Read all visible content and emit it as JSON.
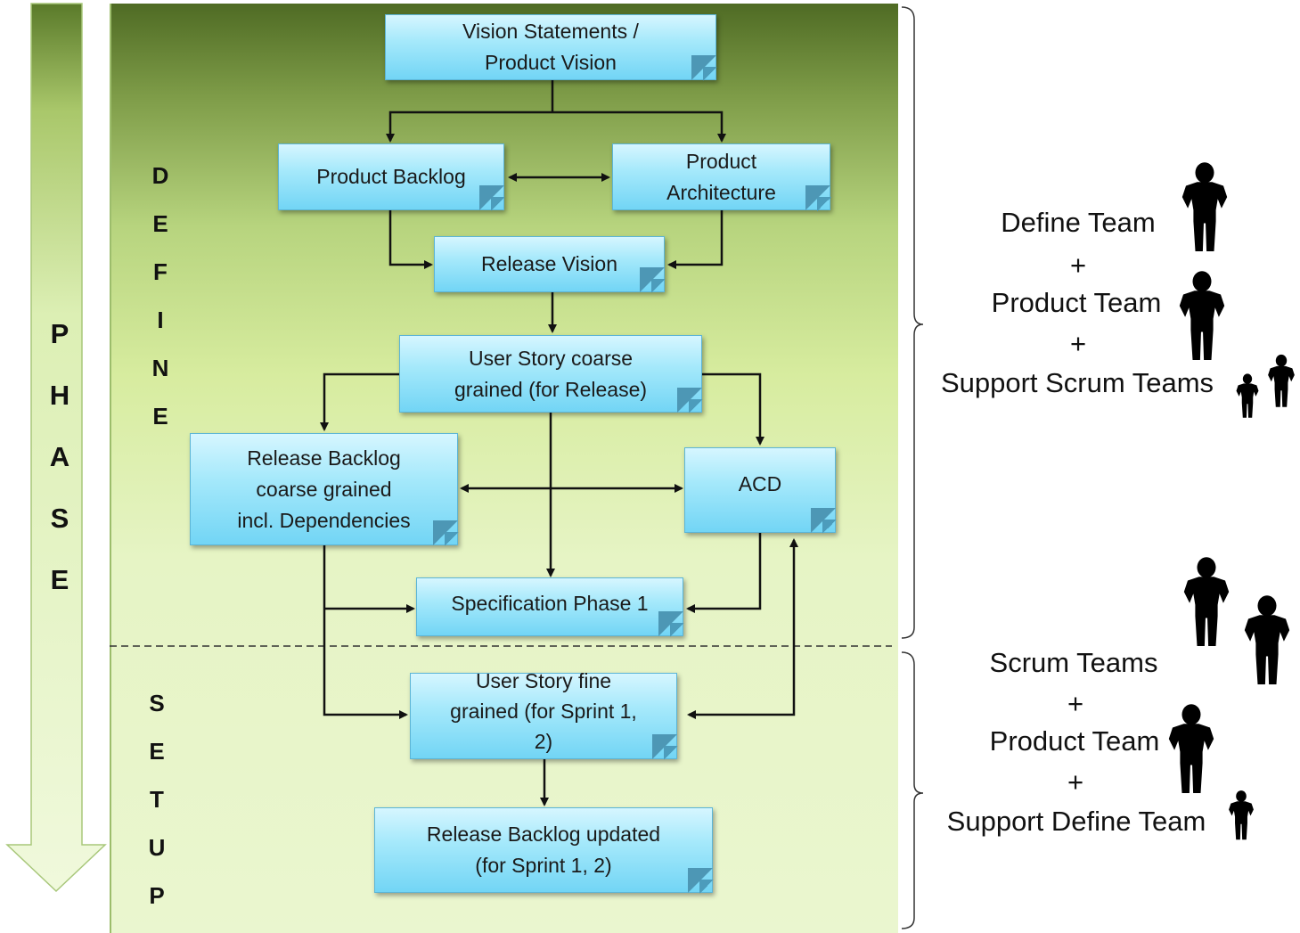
{
  "phase": {
    "letters": [
      "P",
      "H",
      "A",
      "S",
      "E"
    ]
  },
  "sections": {
    "define": {
      "letters": [
        "D",
        "E",
        "F",
        "I",
        "N",
        "E"
      ]
    },
    "setup": {
      "letters": [
        "S",
        "E",
        "T",
        "U",
        "P"
      ]
    }
  },
  "boxes": {
    "vision": {
      "line1": "Vision Statements /",
      "line2": "Product Vision"
    },
    "product_backlog": {
      "line1": "Product Backlog"
    },
    "product_architecture": {
      "line1": "Product",
      "line2": "Architecture"
    },
    "release_vision": {
      "line1": "Release Vision"
    },
    "user_story_coarse": {
      "line1": "User Story coarse",
      "line2": "grained (for Release)"
    },
    "release_backlog_coarse": {
      "line1": "Release Backlog",
      "line2": "coarse grained",
      "line3": "incl. Dependencies"
    },
    "acd": {
      "line1": "ACD"
    },
    "spec_phase": {
      "line1": "Specification Phase 1"
    },
    "user_story_fine": {
      "line1": "User Story fine",
      "line2": "grained (for Sprint 1,",
      "line3": "2)"
    },
    "release_backlog_updated": {
      "line1": "Release Backlog updated",
      "line2": "(for Sprint 1, 2)"
    }
  },
  "teams": {
    "define_phase": {
      "line1": "Define Team",
      "plus1": "+",
      "line2": "Product Team",
      "plus2": "+",
      "line3": "Support Scrum Teams"
    },
    "setup_phase": {
      "line1": "Scrum Teams",
      "plus1": "+",
      "line2": "Product Team",
      "plus2": "+",
      "line3": "Support Define Team"
    }
  },
  "icons": [
    "person-silhouette-icon"
  ],
  "colors": {
    "panel_top": "#4f6b24",
    "panel_mid": "#cfe89a",
    "panel_bottom": "#e9f6cd",
    "box_fill": "#a6e9fb",
    "box_border": "#5cb5d6"
  }
}
